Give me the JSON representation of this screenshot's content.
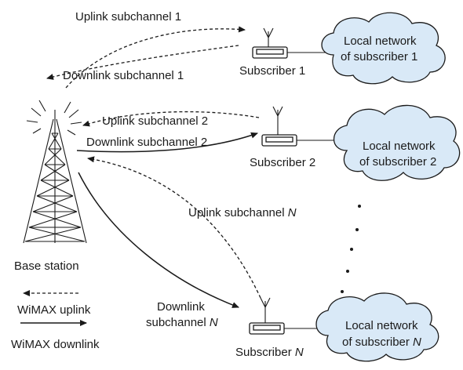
{
  "uplink_labels": {
    "s1": "Uplink subchannel 1",
    "s2": "Uplink subchannel 2",
    "sn_prefix": "Uplink subchannel ",
    "sn_var": "N"
  },
  "downlink_labels": {
    "s1": "Downlink subchannel 1",
    "s2": "Downlink subchannel 2",
    "sn_line1": "Downlink",
    "sn_line2_prefix": "subchannel ",
    "sn_var": "N"
  },
  "subscribers": {
    "s1": "Subscriber 1",
    "s2": "Subscriber 2",
    "sn_prefix": "Subscriber ",
    "sn_var": "N"
  },
  "networks": {
    "s1_line1": "Local network",
    "s1_line2": "of subscriber 1",
    "s2_line1": "Local network",
    "s2_line2": "of subscriber 2",
    "sn_line1": "Local network",
    "sn_line2_prefix": "of subscriber ",
    "sn_var": "N"
  },
  "base_station": "Base station",
  "legend": {
    "uplink": "WiMAX uplink",
    "downlink": "WiMAX downlink"
  },
  "colors": {
    "cloud_fill": "#d9e9f7",
    "line": "#1a1a1a"
  }
}
